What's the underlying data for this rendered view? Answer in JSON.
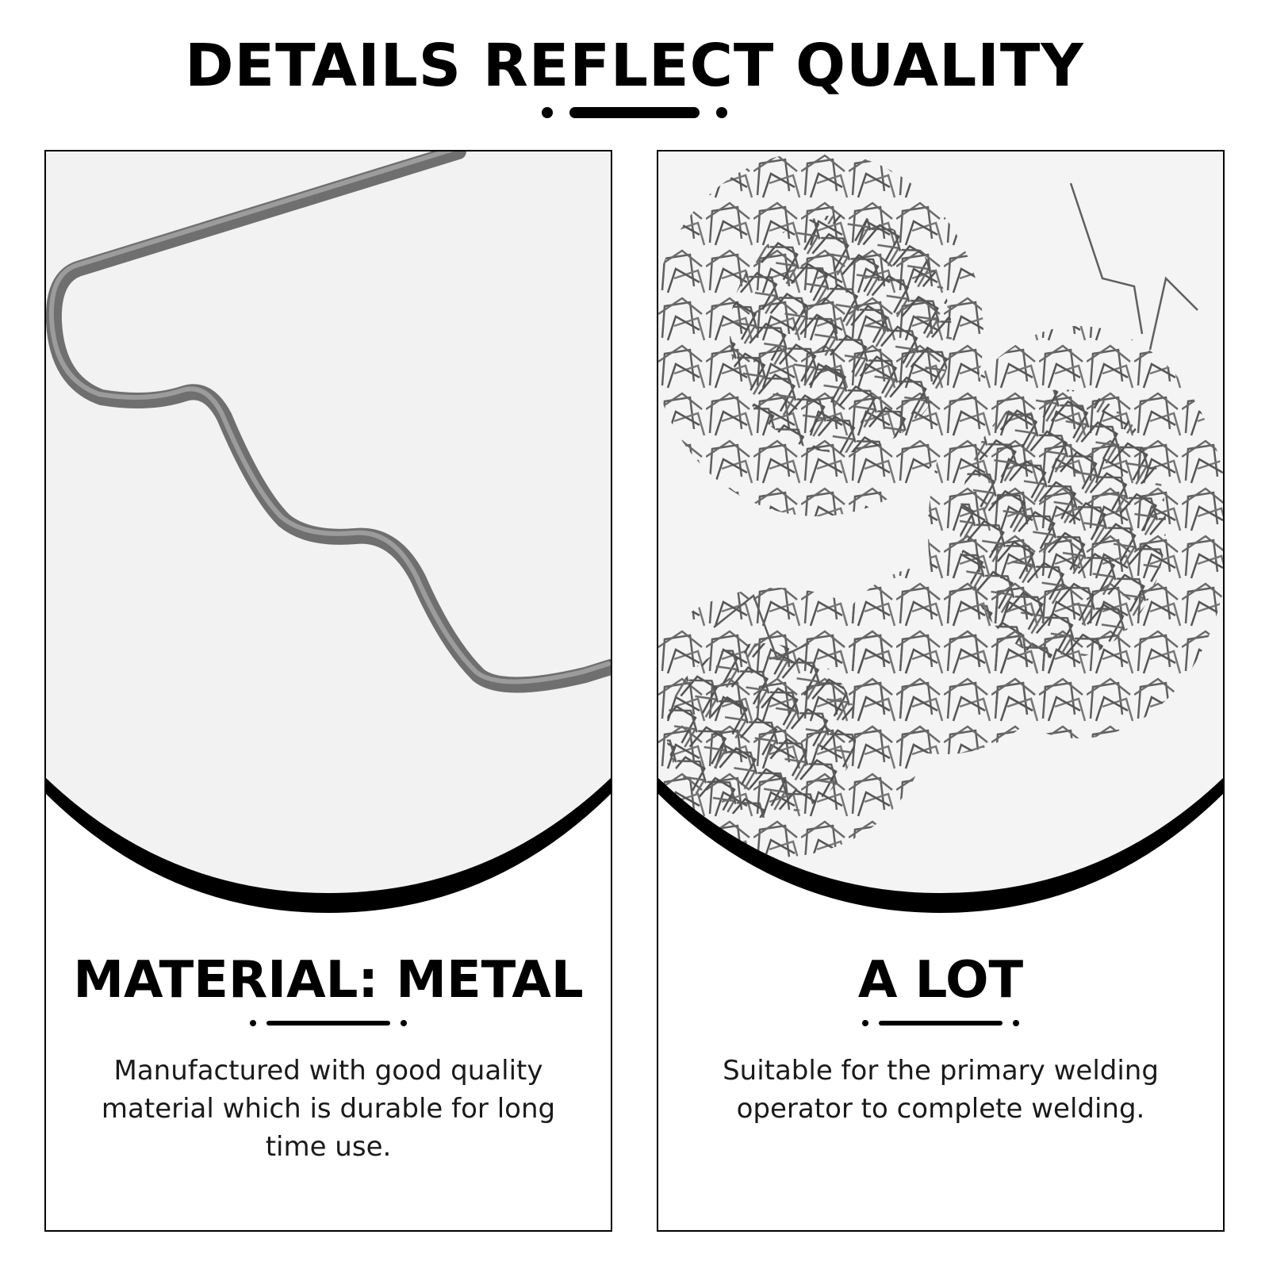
{
  "header": {
    "title": "DETAILS REFLECT QUALITY"
  },
  "panels": [
    {
      "image": "single-wavy-wire-staple-photo",
      "heading": "MATERIAL: METAL",
      "description": "Manufactured with good quality material which is durable for long time use."
    },
    {
      "image": "pile-of-wire-staples-photo",
      "heading": "A LOT",
      "description": "Suitable for the primary welding operator to complete welding."
    }
  ],
  "colors": {
    "text": "#000000",
    "wire": "#6f6f6f",
    "background": "#ffffff"
  }
}
